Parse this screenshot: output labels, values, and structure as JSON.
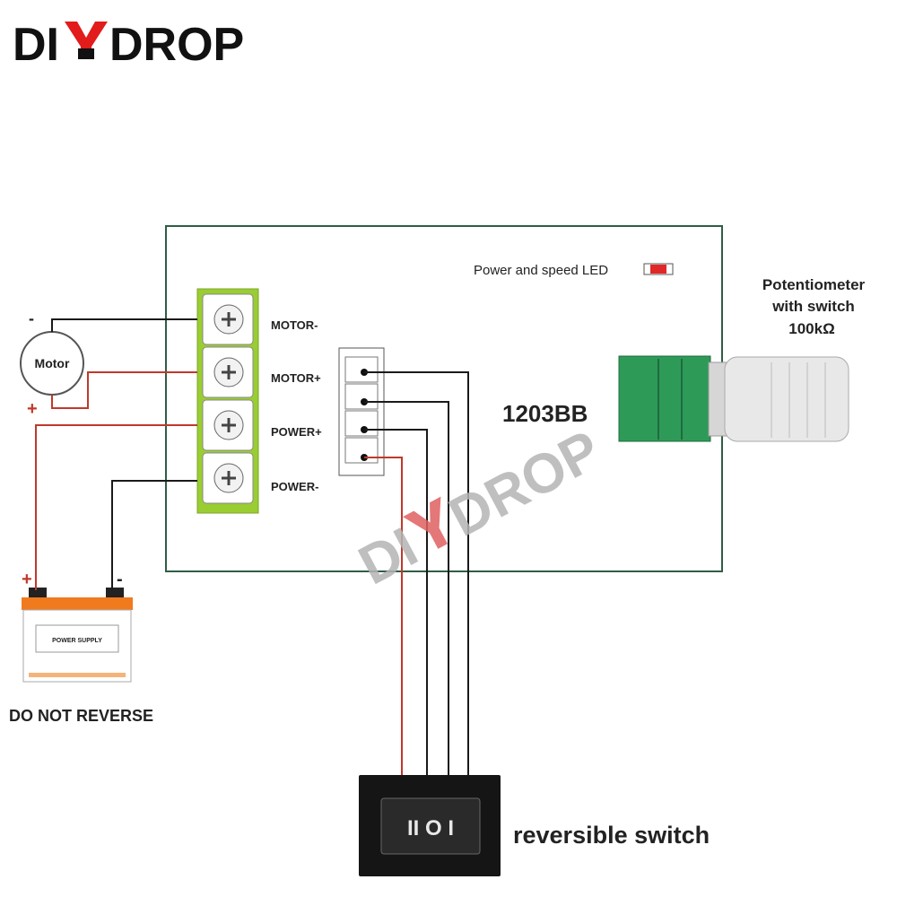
{
  "brand": {
    "text_left": "DI",
    "text_right": "DROP",
    "color_dark": "#111111",
    "color_accent": "#e21b1b"
  },
  "board": {
    "model": "1203BB",
    "led_label": "Power and speed LED",
    "terminals": [
      "MOTOR-",
      "MOTOR+",
      "POWER+",
      "POWER-"
    ]
  },
  "motor": {
    "label": "Motor",
    "neg": "-",
    "pos": "+"
  },
  "battery": {
    "label": "POWER SUPPLY",
    "pos": "+",
    "neg": "-",
    "warning": "DO NOT REVERSE"
  },
  "potentiometer": {
    "line1": "Potentiometer",
    "line2": "with switch",
    "line3": "100kΩ"
  },
  "switch": {
    "label": "reversible switch",
    "glyphs": "II O I"
  },
  "colors": {
    "wire_black": "#1a1a1a",
    "wire_red": "#c0392b",
    "terminal_green": "#9acd32",
    "pot_green": "#2e9a58",
    "board_border": "#2f5e46",
    "battery_orange": "#f07a1e",
    "watermark": "#b5b5b5"
  }
}
